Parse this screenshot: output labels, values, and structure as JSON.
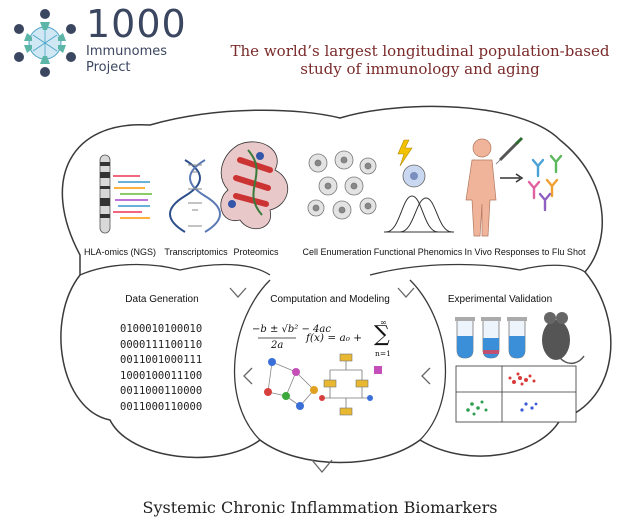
{
  "header": {
    "logo_number": "1000",
    "logo_line1": "Immunomes",
    "logo_line2": "Project",
    "tagline_line1": "The world’s largest longitudinal population-based",
    "tagline_line2": "study of immunology and aging"
  },
  "panels": [
    {
      "label": "HLA-omics (NGS)"
    },
    {
      "label": "Transcriptomics"
    },
    {
      "label": "Proteomics"
    },
    {
      "label": "Cell Enumeration"
    },
    {
      "label": "Functional Phenomics"
    },
    {
      "label": "In Vivo Responses to Flu Shot"
    }
  ],
  "sections": {
    "data_generation": "Data Generation",
    "computation": "Computation and Modeling",
    "validation": "Experimental Validation"
  },
  "binary_rows": [
    "0100010100010",
    "0000111100110",
    "0011001000111",
    "1000100011100",
    "0011000110000",
    "0011000110000"
  ],
  "formulas": {
    "quadratic_num": "−b ± √b² − 4ac",
    "quadratic_den": "2a",
    "fourier": "f(x) = a₀ +",
    "sum_top": "∞",
    "sum_bottom": "n=1"
  },
  "footer": {
    "title": "Systemic Chronic Inflammation Biomarkers"
  },
  "colors": {
    "brand_navy": "#3b4660",
    "tagline_red": "#7a2a2a",
    "outline": "#3a3a3a"
  }
}
